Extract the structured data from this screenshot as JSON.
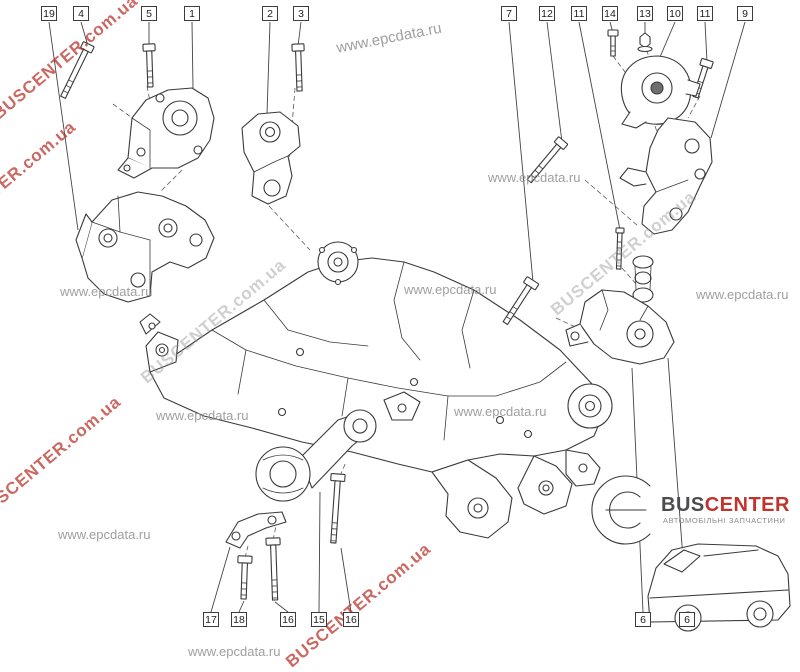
{
  "diagram": {
    "title": "Engine mounting exploded parts diagram",
    "callouts": {
      "top": [
        {
          "label": "19"
        },
        {
          "label": "4"
        },
        {
          "label": "5"
        },
        {
          "label": "1"
        },
        {
          "label": "2"
        },
        {
          "label": "3"
        },
        {
          "label": "7"
        },
        {
          "label": "12"
        },
        {
          "label": "11"
        },
        {
          "label": "14"
        },
        {
          "label": "13"
        },
        {
          "label": "10"
        },
        {
          "label": "11"
        },
        {
          "label": "9"
        }
      ],
      "bottom": [
        {
          "label": "17"
        },
        {
          "label": "18"
        },
        {
          "label": "16"
        },
        {
          "label": "15"
        },
        {
          "label": "16"
        },
        {
          "label": "6"
        },
        {
          "label": "6"
        }
      ]
    }
  },
  "watermarks": {
    "brand": "BUSCENTER.com.ua",
    "epcdata": "www.epcdata.ru"
  },
  "logo": {
    "brand_part1": "BUS",
    "brand_part2": "CENTER",
    "subtitle": "АВТОМОБІЛЬНІ ЗАПЧАСТИНИ"
  },
  "colors": {
    "watermark_red": "#b82e26",
    "logo_red": "#c0342e",
    "line": "#3a3a3a"
  }
}
